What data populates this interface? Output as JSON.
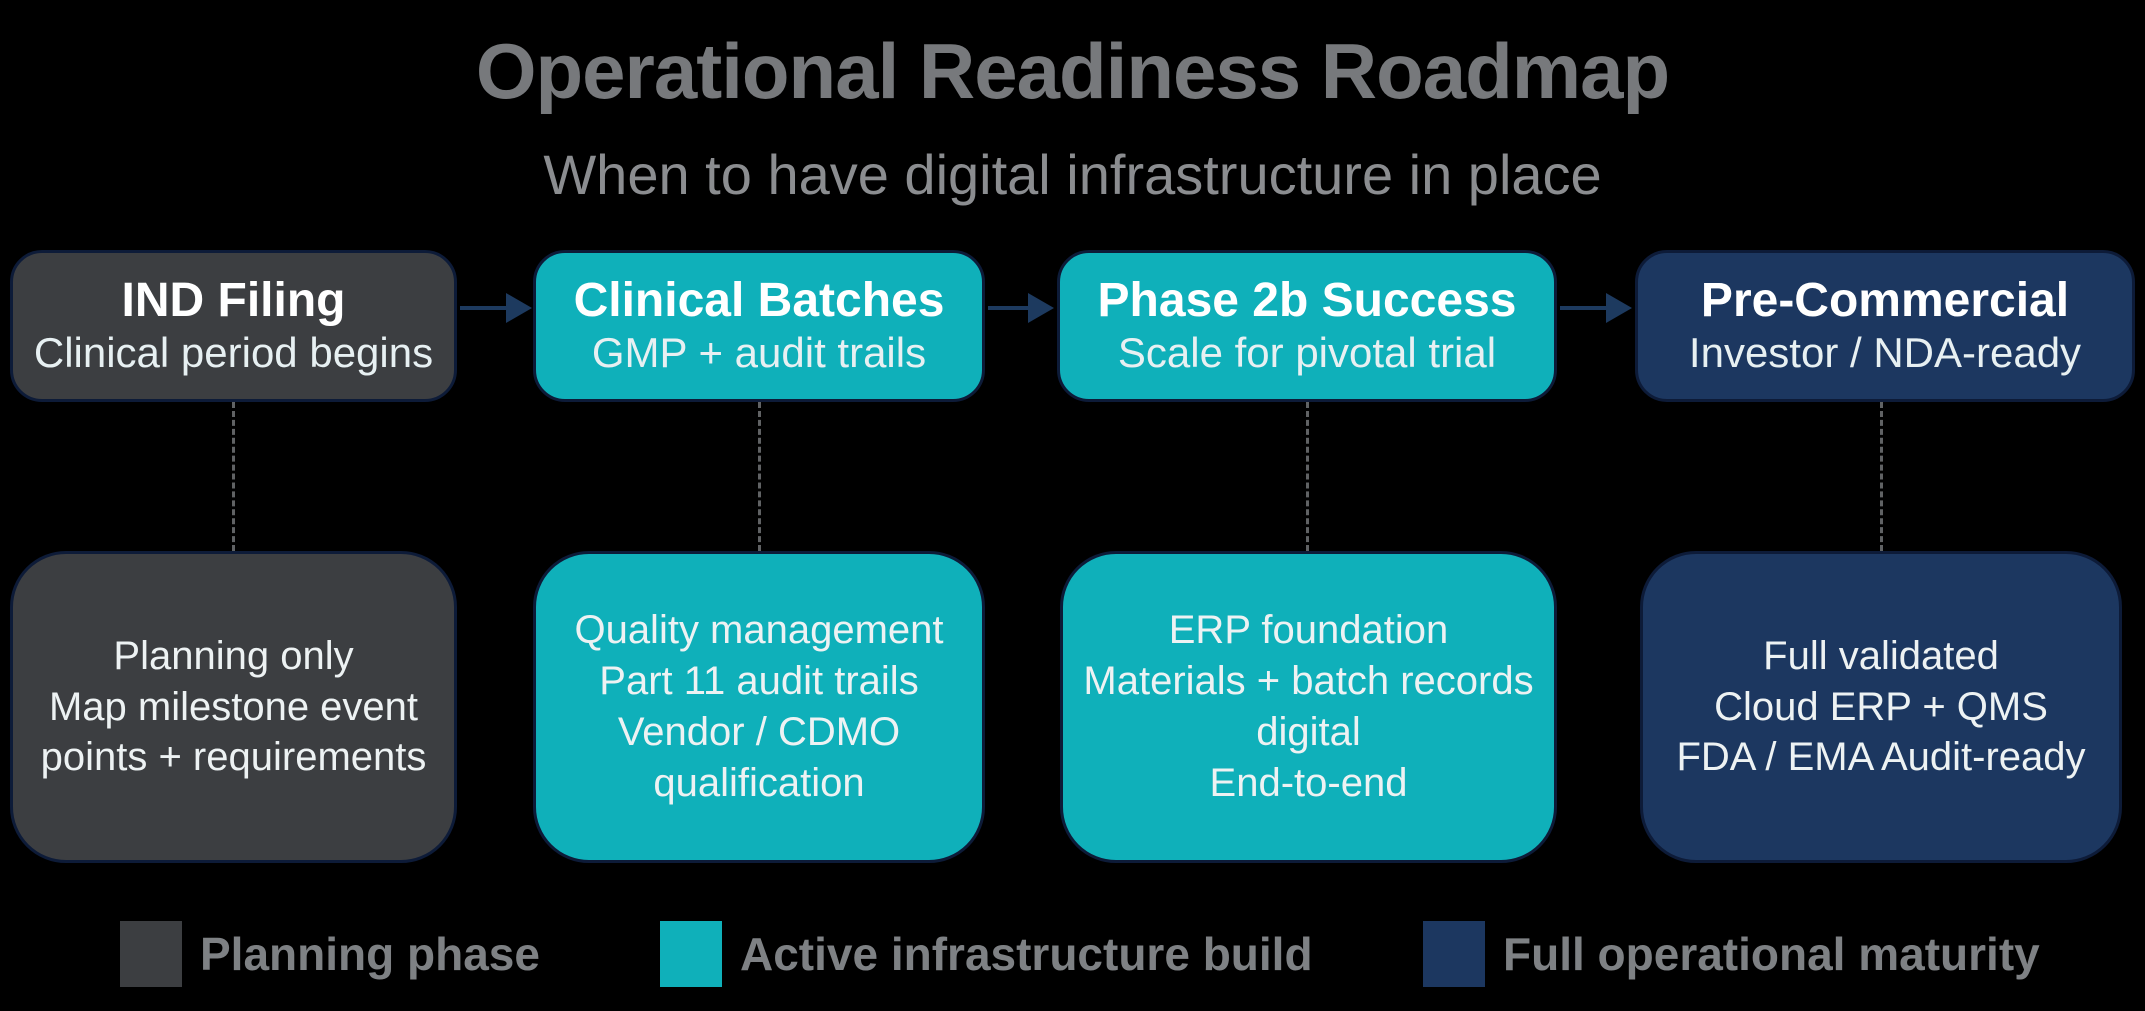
{
  "title": "Operational Readiness Roadmap",
  "subtitle": "When to have digital infrastructure in place",
  "colors": {
    "planning": "#3c3e41",
    "build": "#0fb0ba",
    "maturity": "#1c3760",
    "arrow": "#1d3a5f",
    "title_text": "#77797c",
    "subtitle_text": "#8b8d90",
    "legend_text": "#7e8184",
    "box_border": "#0d1b38"
  },
  "columns": [
    {
      "phase": "planning",
      "milestone": {
        "title": "IND Filing",
        "subtitle": "Clinical period begins"
      },
      "details": [
        "Planning only",
        "Map milestone event points + requirements"
      ]
    },
    {
      "phase": "build",
      "milestone": {
        "title": "Clinical Batches",
        "subtitle": "GMP + audit trails"
      },
      "details": [
        "Quality management",
        "Part 11 audit trails",
        "Vendor / CDMO qualification"
      ]
    },
    {
      "phase": "build",
      "milestone": {
        "title": "Phase 2b Success",
        "subtitle": "Scale for pivotal trial"
      },
      "details": [
        "ERP foundation",
        "Materials + batch records digital",
        "End-to-end"
      ]
    },
    {
      "phase": "maturity",
      "milestone": {
        "title": "Pre-Commercial",
        "subtitle": "Investor / NDA-ready"
      },
      "details": [
        "Full validated",
        "Cloud ERP + QMS",
        "FDA / EMA Audit-ready"
      ]
    }
  ],
  "legend": [
    {
      "label": "Planning phase",
      "color": "#3c3e41"
    },
    {
      "label": "Active infrastructure build",
      "color": "#0fb0ba"
    },
    {
      "label": "Full operational maturity",
      "color": "#1c3760"
    }
  ]
}
